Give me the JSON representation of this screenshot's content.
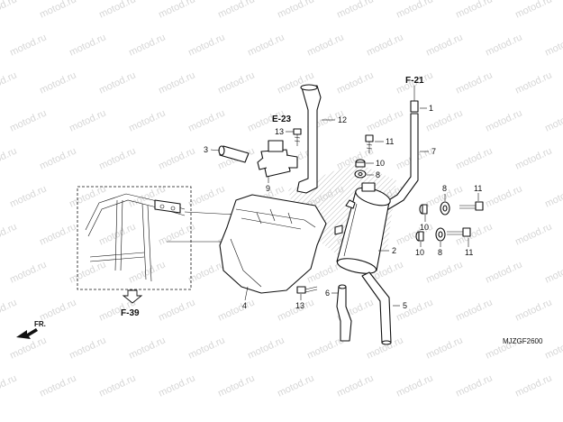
{
  "watermark": "motod.ru",
  "refs": {
    "e23": "E-23",
    "f21": "F-21",
    "f39": "F-39"
  },
  "parts": {
    "p1": "1",
    "p2": "2",
    "p3": "3",
    "p4": "4",
    "p5": "5",
    "p6": "6",
    "p7": "7",
    "p8a": "8",
    "p8b": "8",
    "p8c": "8",
    "p9": "9",
    "p10a": "10",
    "p10b": "10",
    "p10c": "10",
    "p11a": "11",
    "p11b": "11",
    "p11c": "11",
    "p12": "12",
    "p13a": "13",
    "p13b": "13"
  },
  "front_label": "FR.",
  "diagram_code": "MJZGF2600"
}
